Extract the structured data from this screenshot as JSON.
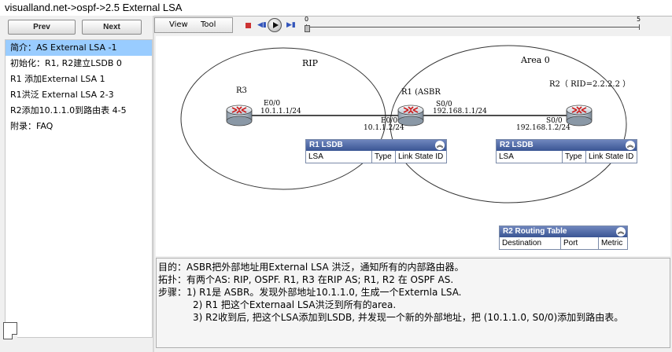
{
  "window": {
    "title": "visualland.net->ospf->2.5 External LSA"
  },
  "nav": {
    "prev_label": "Prev",
    "next_label": "Next"
  },
  "toolbar": {
    "view_label": "View",
    "tool_label": "Tool"
  },
  "timeline": {
    "start_label": "0",
    "end_label": "5"
  },
  "menu": {
    "items": [
      {
        "label": "简介：AS External LSA -1",
        "active": true
      },
      {
        "label": "初始化：R1, R2建立LSDB 0",
        "active": false
      },
      {
        "label": "R1 添加External LSA 1",
        "active": false
      },
      {
        "label": "R1洪泛 External LSA 2-3",
        "active": false
      },
      {
        "label": "R2添加10.1.1.0到路由表 4-5",
        "active": false
      },
      {
        "label": "附录：FAQ",
        "active": false
      }
    ]
  },
  "diagram": {
    "rip_label": "RIP",
    "area_label": "Area 0",
    "r3": {
      "name": "R3",
      "iface": "E0/0",
      "ip": "10.1.1.1/24"
    },
    "r1": {
      "name": "R1 (ASBR",
      "e0_iface": "E0/0",
      "e0_ip": "10.1.1.2/24",
      "s0_iface": "S0/0",
      "s0_ip": "192.168.1.1/24"
    },
    "r2": {
      "name": "R2（ RID=2.2.2.2 ）",
      "iface": "S0/0",
      "ip": "192.168.1.2/24"
    }
  },
  "r1_lsdb": {
    "title": "R1 LSDB",
    "columns": [
      "LSA",
      "Type",
      "Link State ID"
    ]
  },
  "r2_lsdb": {
    "title": "R2 LSDB",
    "columns": [
      "LSA",
      "Type",
      "Link State ID"
    ]
  },
  "r2_routing": {
    "title": "R2 Routing Table",
    "columns": [
      "Destination",
      "Port",
      "Metric"
    ]
  },
  "description": {
    "line1": "目的：ASBR把外部地址用External LSA 洪泛，通知所有的内部路由器。",
    "line2": "拓扑：有两个AS: RIP, OSPF. R1, R3 在RIP AS;   R1, R2 在 OSPF AS.",
    "line3": "步骤：1) R1是 ASBR。发现外部地址10.1.1.0, 生成一个Externla LSA.",
    "line4": "2) R1 把这个Externaal LSA洪泛到所有的area.",
    "line5": "3) R2收到后, 把这个LSA添加到LSDB, 并发现一个新的外部地址，把 (10.1.1.0, S0/0)添加到路由表。"
  },
  "colors": {
    "accent": "#99ccff",
    "panel_header": "#3a5593",
    "router": "#cc2222"
  }
}
